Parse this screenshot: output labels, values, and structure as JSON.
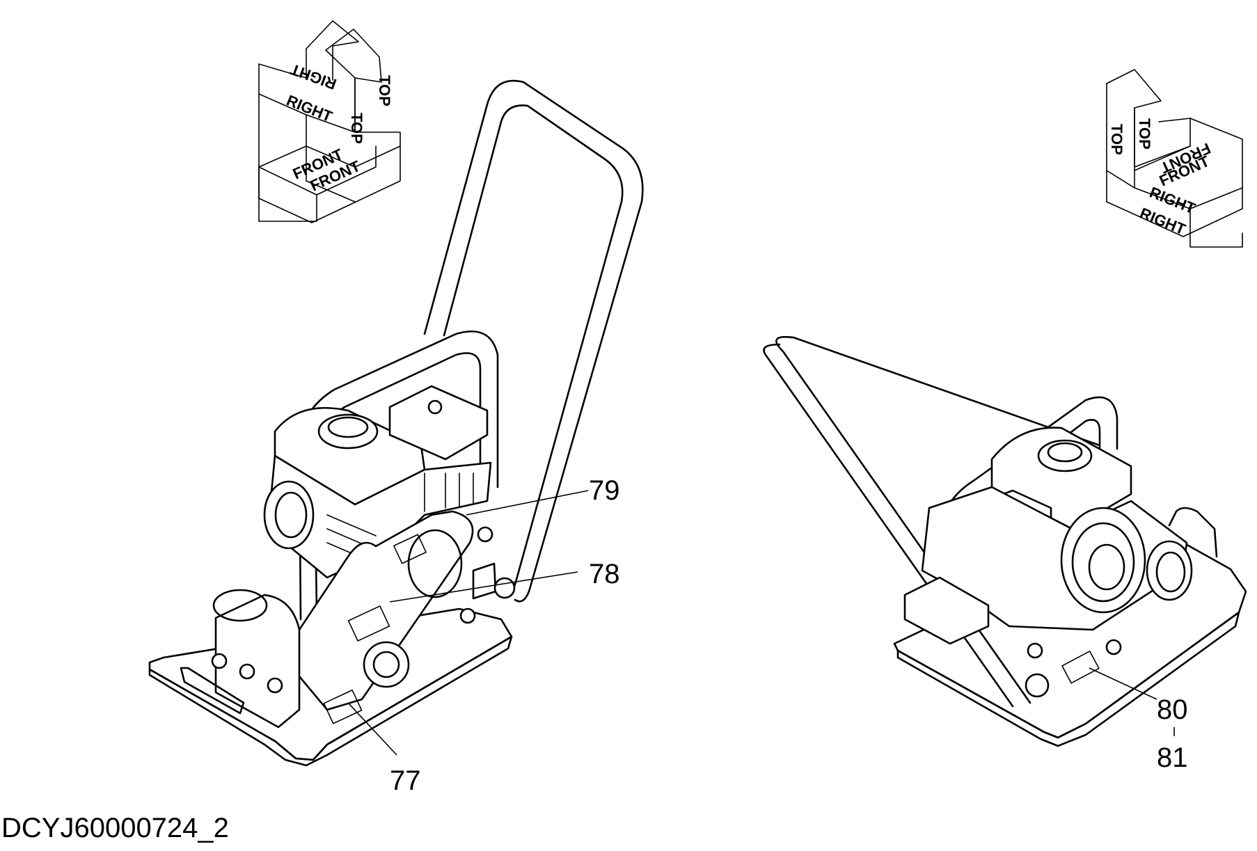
{
  "callouts": {
    "c77": "77",
    "c78": "78",
    "c79": "79",
    "c80": "80",
    "c81": "81"
  },
  "orientation_left": {
    "top": "TOP",
    "right": "RIGHT",
    "front": "FRONT"
  },
  "orientation_right": {
    "top": "TOP",
    "right": "RIGHT",
    "front": "FRONT"
  },
  "drawing_id": "DCYJ60000724_2"
}
